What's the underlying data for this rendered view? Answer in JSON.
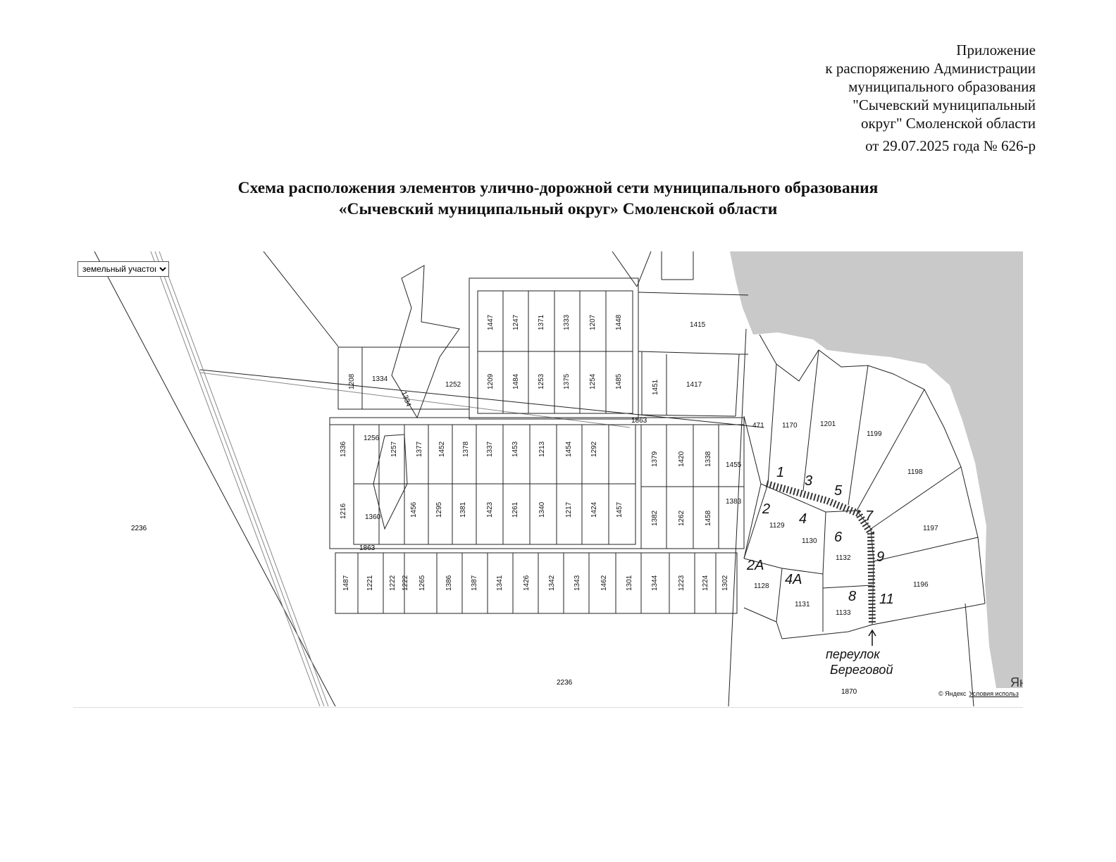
{
  "appendix": {
    "line1": "Приложение",
    "line2": "к распоряжению Администрации",
    "line3": "муниципального образования",
    "line4": "\"Сычевский муниципальный",
    "line5": "округ\" Смоленской области",
    "order": "от 29.07.2025 года № 626-р"
  },
  "title": {
    "line1": "Схема расположения элементов улично-дорожной сети муниципального образования",
    "line2": "«Сычевский муниципальный округ» Смоленской области"
  },
  "map": {
    "layer_select": "земельный участок",
    "street_label": "1863",
    "street_label_lower": "1863",
    "background_parcel_left": "2236",
    "background_parcel_bottom": "2236",
    "parcel_1870": "1870",
    "river_label_fragment": "Ян",
    "attribution": "© Яндекс",
    "attribution_terms": "Условия использ",
    "annotation_lane_line1": "переулок",
    "annotation_lane_line2": "Береговой",
    "row1": [
      "1447",
      "1247",
      "1371",
      "1333",
      "1207",
      "1448"
    ],
    "row1_extra": [
      "1415"
    ],
    "row2_left": [
      "1208",
      "1334",
      "1252"
    ],
    "row2": [
      "1209",
      "1484",
      "1253",
      "1375",
      "1254",
      "1485"
    ],
    "row2_right": [
      "1451",
      "1417"
    ],
    "slanted_1334": "1334",
    "row3_left": [
      "1336",
      "1256"
    ],
    "row3": [
      "1257",
      "1377",
      "1452",
      "1378",
      "1337",
      "1453",
      "1213",
      "1454",
      "1292"
    ],
    "row3_right": [
      "1379",
      "1420",
      "1338",
      "1455"
    ],
    "row4_left": [
      "1216",
      "1360"
    ],
    "row4": [
      "1456",
      "1295",
      "1381",
      "1423",
      "1261",
      "1340",
      "1217",
      "1424",
      "1457"
    ],
    "row4_right": [
      "1382",
      "1262",
      "1458",
      "1383"
    ],
    "row5": [
      "1487",
      "1221",
      "1222",
      "1222",
      "1265",
      "1386",
      "1387",
      "1341",
      "1426",
      "1342",
      "1343",
      "1462",
      "1301",
      "1344",
      "1223",
      "1224",
      "1302"
    ],
    "east": [
      "471",
      "1170",
      "1201",
      "1199",
      "1198",
      "1197",
      "1196",
      "1129",
      "1130",
      "1132",
      "1128",
      "1131",
      "1133"
    ],
    "handwritten_numbers": [
      "1",
      "2",
      "3",
      "4",
      "5",
      "6",
      "7",
      "8",
      "9",
      "11",
      "2А",
      "4А"
    ]
  }
}
